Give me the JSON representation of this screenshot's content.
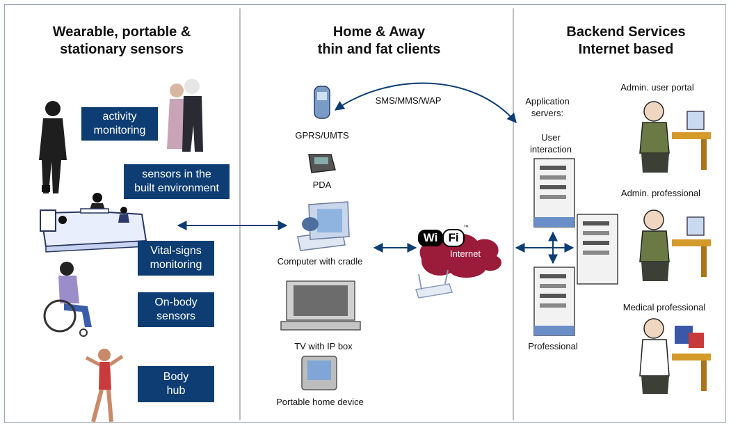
{
  "columns": {
    "left_title_line1": "Wearable, portable &",
    "left_title_line2": "stationary sensors",
    "mid_title_line1": "Home & Away",
    "mid_title_line2": "thin and fat clients",
    "right_title_line1": "Backend Services",
    "right_title_line2": "Internet based"
  },
  "sensor_boxes": {
    "activity_line1": "activity",
    "activity_line2": "monitoring",
    "environment_line1": "sensors in the",
    "environment_line2": "built environment",
    "vital_line1": "Vital-signs",
    "vital_line2": "monitoring",
    "onbody_line1": "On-body",
    "onbody_line2": "sensors",
    "hub_line1": "Body",
    "hub_line2": "hub"
  },
  "clients": {
    "phone": "GPRS/UMTS",
    "pda": "PDA",
    "computer": "Computer with cradle",
    "tv": "TV with IP box",
    "portable": "Portable home device"
  },
  "network": {
    "sms": "SMS/MMS/WAP",
    "wifi_wi": "Wi",
    "wifi_fi": "Fi",
    "wifi_tm": "™",
    "internet": "Internet"
  },
  "backend": {
    "app_servers_line1": "Application",
    "app_servers_line2": "servers:",
    "user_interaction_line1": "User",
    "user_interaction_line2": "interaction",
    "professional": "Professional",
    "admin_user_portal": "Admin. user portal",
    "admin_professional": "Admin. professional",
    "medical_professional": "Medical professional"
  },
  "colors": {
    "box": "#0d3d73",
    "arrow": "#0d3d73",
    "cloud": "#9b1b3a",
    "separator": "#bfbfbf"
  }
}
